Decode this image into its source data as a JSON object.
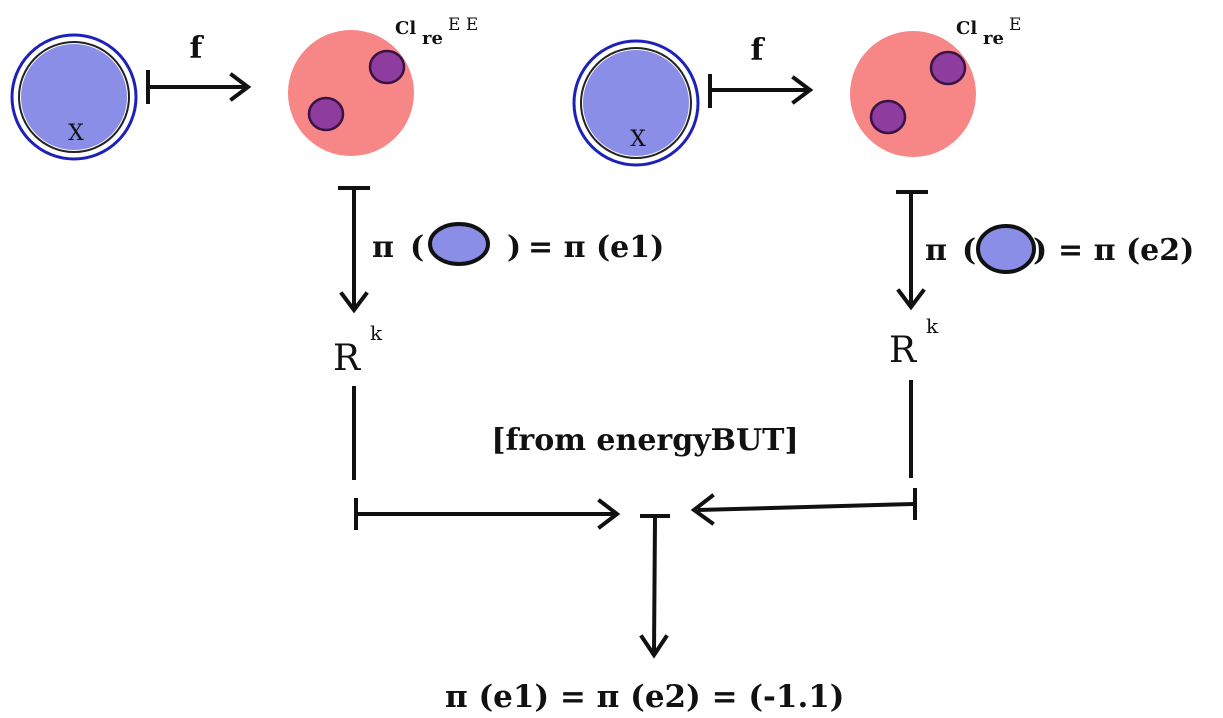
{
  "colors": {
    "domain_fill": "#8a8ee6",
    "domain_ring": "#1c22b8",
    "target_fill": "#f78686",
    "blob_fill": "#8e3d9f",
    "blob_stroke": "#3a1244",
    "pi_oval_fill": "#8a8ee6",
    "line": "#111111"
  },
  "left": {
    "domain_label": "X",
    "map_label": "f",
    "target_label_main": "Cl",
    "target_label_sub": "re",
    "target_label_sup": "E  E",
    "proj_pi": "π",
    "proj_open": "(",
    "proj_close": ")",
    "proj_rhs": "= π  (e1)",
    "space_base": "R",
    "space_exp": "k"
  },
  "right": {
    "domain_label": "X",
    "map_label": "f",
    "target_label_main": "Cl",
    "target_label_sub": "re",
    "target_label_sup": "E",
    "proj_pi": "π",
    "proj_open": "(",
    "proj_close": ")",
    "proj_rhs": "= π  (e2)",
    "space_base": "R",
    "space_exp": "k"
  },
  "middle": {
    "annotation": "[from energyBUT]"
  },
  "result": {
    "equation": "π  (e1)   =   π  (e2)  = (-1.1)"
  }
}
